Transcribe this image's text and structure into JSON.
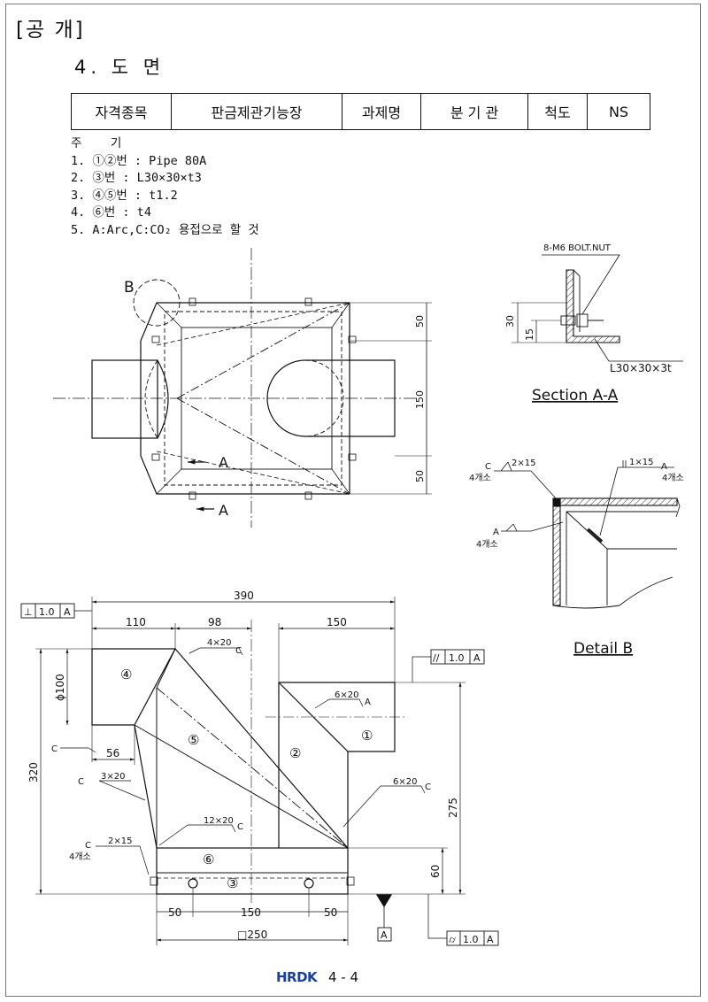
{
  "page_tag": "[공 개]",
  "section_title": "4. 도 면",
  "header_table": {
    "label_item": "자격종목",
    "item": "판금제관기능장",
    "label_task": "과제명",
    "task": "분 기 관",
    "label_scale": "척도",
    "scale": "NS"
  },
  "notes": {
    "title": "주    기",
    "items": [
      "1. ①②번 : Pipe 80A",
      "2. ③번 : L30×30×t3",
      "3. ④⑤번 : t1.2",
      "4. ⑥번 : t4",
      "5. A:Arc,C:CO₂ 용접으로 할 것"
    ]
  },
  "top_view": {
    "detail_marker": "B",
    "section_label": "A",
    "dims": [
      "50",
      "150",
      "50"
    ]
  },
  "section_aa": {
    "title": "Section A-A",
    "bolt_note": "8-M6 BOLT.NUT",
    "angle_note": "L30×30×3t",
    "dims": [
      "30",
      "15"
    ]
  },
  "detail_b": {
    "title": "Detail B",
    "weld_c_left": "C",
    "weld_c_left_spec": "2×15",
    "weld_c_left_count": "4개소",
    "weld_right": "A",
    "weld_right_spec": "1×15",
    "weld_right_count": "4개소",
    "weld_a_bottom": "A",
    "weld_a_bottom_count": "4개소"
  },
  "front_view": {
    "perp_tol": {
      "sym": "⊥",
      "val": "1.0",
      "ref": "A"
    },
    "par_tol": {
      "sym": "//",
      "val": "1.0",
      "ref": "A"
    },
    "cyl_tol": {
      "sym": "⌭",
      "val": "1.0",
      "ref": "A"
    },
    "datum": "A",
    "dims": {
      "overall": "390",
      "d110": "110",
      "d98": "98",
      "d150": "150",
      "dia": "ϕ100",
      "d56": "56",
      "d320": "320",
      "d275": "275",
      "d60": "60",
      "b50a": "50",
      "b150": "150",
      "b50b": "50",
      "sq250": "□250"
    },
    "parts": [
      "④",
      "⑤",
      "②",
      "①",
      "⑥",
      "③"
    ],
    "welds": {
      "w1": "4×20",
      "w1c": "C",
      "w2": "6×20",
      "w2a": "A",
      "w3": "6×20",
      "w3c": "C",
      "w4": "12×20",
      "w4c": "C",
      "w5": "3×20",
      "w5c": "C",
      "w6": "2×15",
      "w6c": "C",
      "w6n": "4개소",
      "w7c": "C"
    }
  },
  "footer": {
    "logo": "HRDK",
    "page": "4 - 4"
  }
}
